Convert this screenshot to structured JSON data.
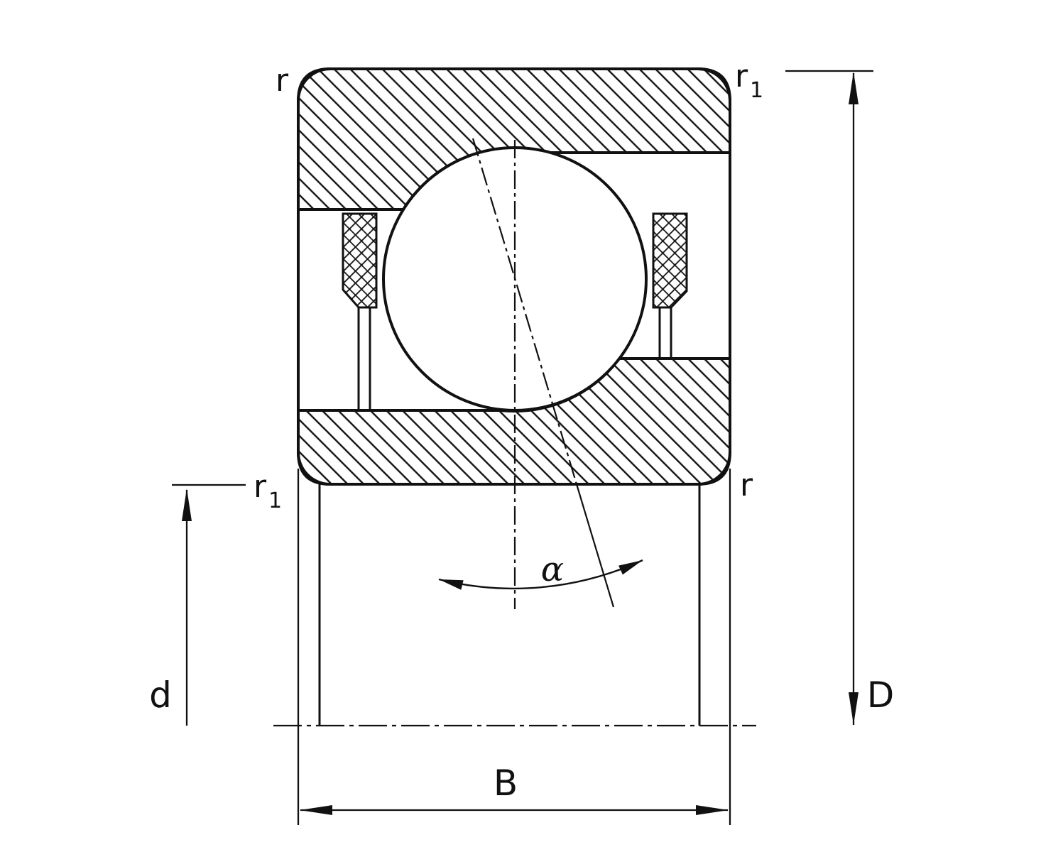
{
  "diagram": {
    "type": "angular-contact-ball-bearing-cross-section",
    "labels": {
      "r_top_left": "r",
      "r1_top_right": {
        "base": "r",
        "sub": "1"
      },
      "r1_mid_left": {
        "base": "r",
        "sub": "1"
      },
      "r_mid_right": "r",
      "dim_d": "d",
      "dim_D": "D",
      "dim_B": "B",
      "angle_alpha": "α"
    },
    "colors": {
      "line": "#111111",
      "background": "#ffffff"
    }
  }
}
